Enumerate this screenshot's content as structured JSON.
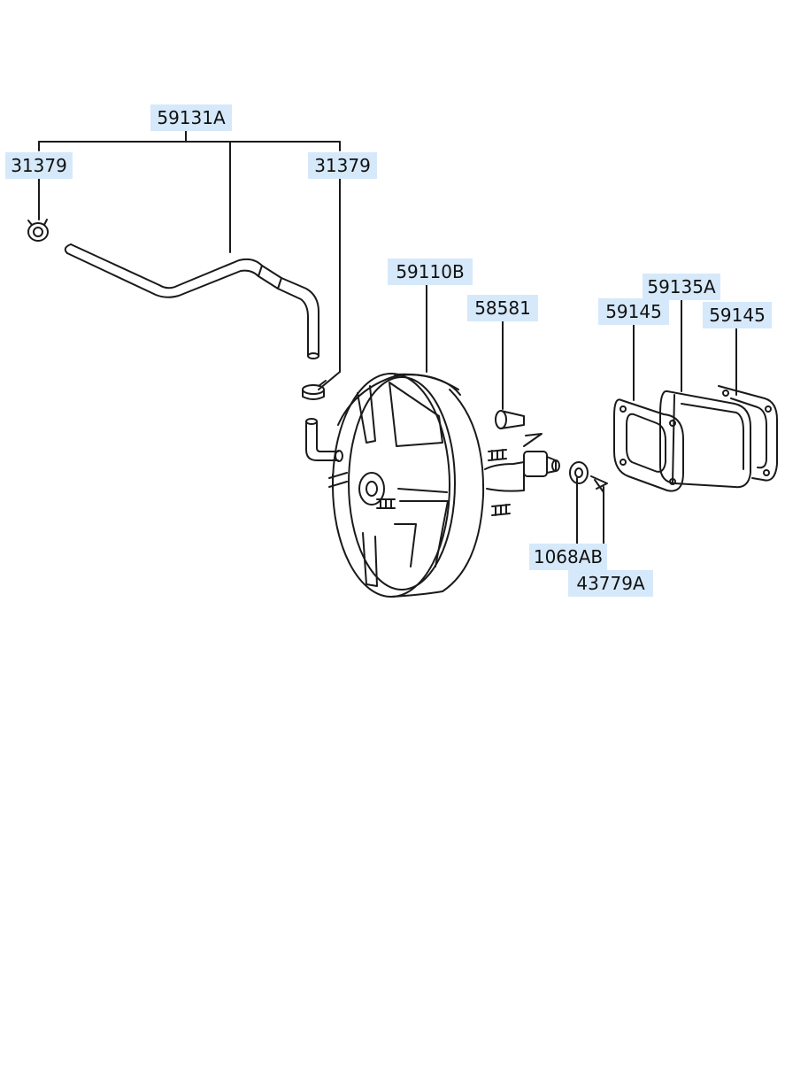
{
  "diagram": {
    "callouts": {
      "hose_assembly": "59131A",
      "clamp_left": "31379",
      "clamp_right": "31379",
      "booster": "59110B",
      "bolt": "58581",
      "spacer": "59135A",
      "gasket_left": "59145",
      "gasket_right": "59145",
      "washer": "1068AB",
      "clip": "43779A"
    },
    "colors": {
      "label_background": "#d6e9fa",
      "line": "#1a1a1a"
    }
  }
}
